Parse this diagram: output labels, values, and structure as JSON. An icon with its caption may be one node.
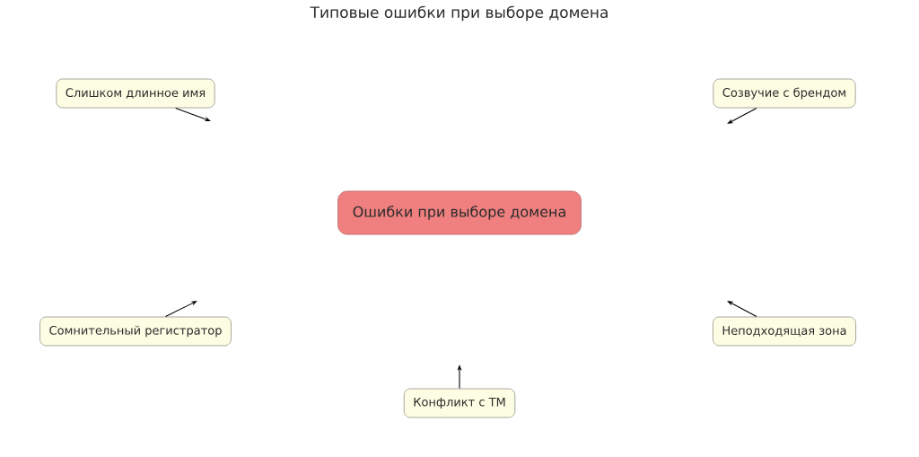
{
  "diagram": {
    "title": "Типовые ошибки при выборе домена",
    "nodes": [
      {
        "text": [
          "Ошибки при выборе домена"
        ]
      },
      {
        "text": [
          "Слишком длинное имя"
        ]
      },
      {
        "text": [
          "Созвучие с брендом"
        ]
      },
      {
        "text": [
          "Сомнительный регистратор"
        ]
      },
      {
        "text": [
          "Неподходящая зона"
        ]
      },
      {
        "text": [
          "Конфликт с ТМ"
        ]
      }
    ],
    "edges": [
      {
        "from": 1,
        "to": null,
        "arrow": "to"
      },
      {
        "from": 2,
        "to": null,
        "arrow": "to"
      },
      {
        "from": 3,
        "to": null,
        "arrow": "to"
      },
      {
        "from": 4,
        "to": null,
        "arrow": "to"
      },
      {
        "from": 5,
        "to": null,
        "arrow": "to"
      }
    ]
  }
}
